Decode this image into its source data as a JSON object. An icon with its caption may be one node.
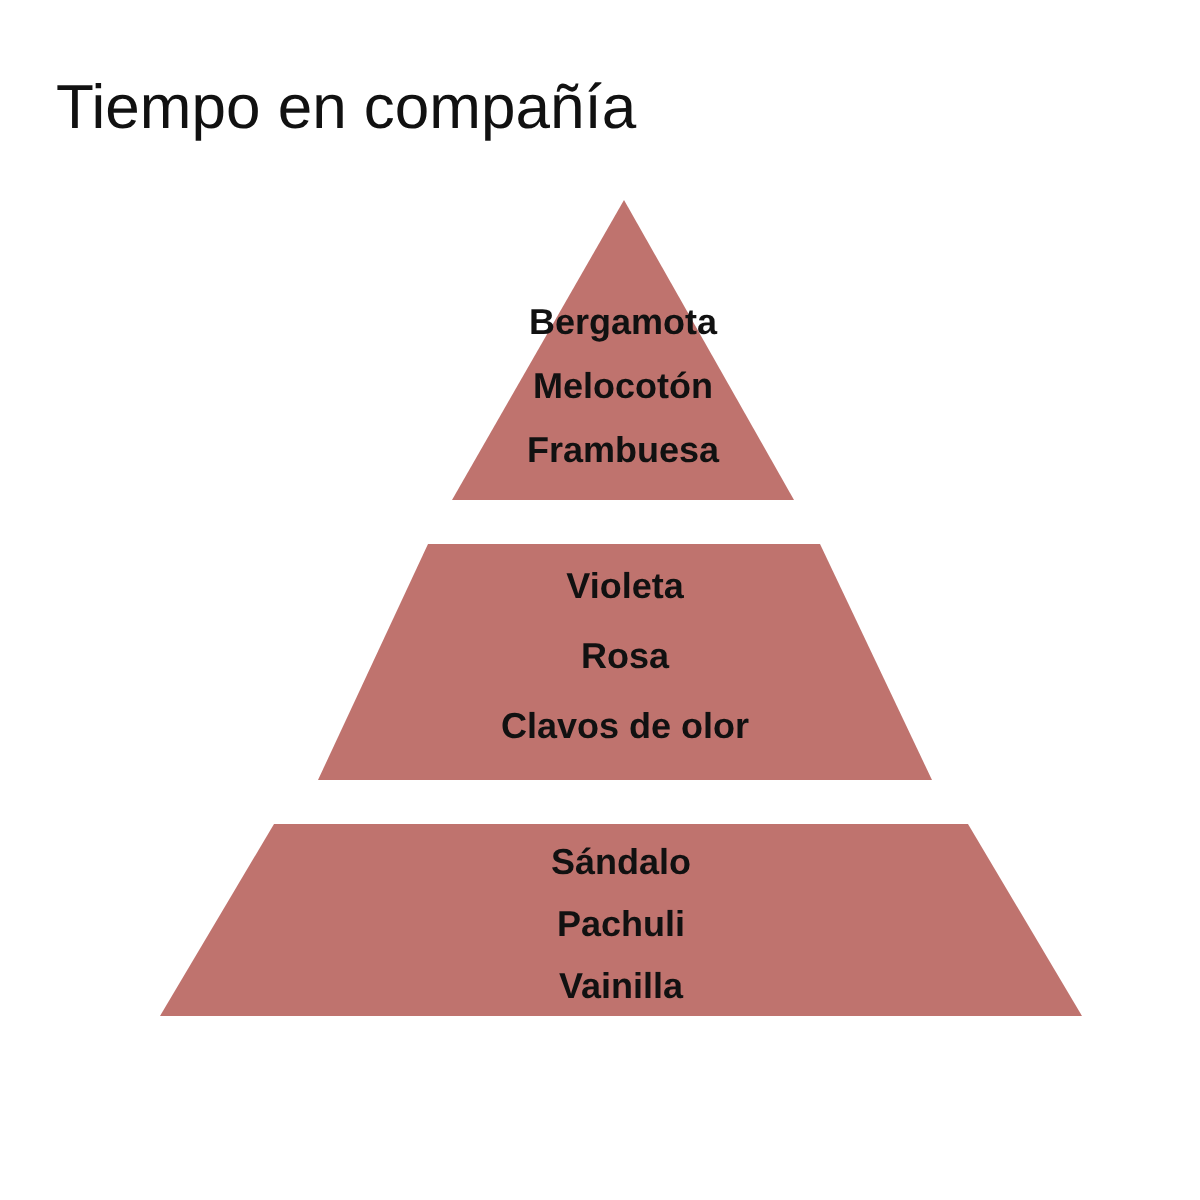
{
  "diagram": {
    "title": "Tiempo en compañía",
    "nodes": [
      {
        "text": [
          "Bergamota",
          "Melocotón",
          "Frambuesa"
        ]
      },
      {
        "text": [
          "Violeta",
          "Rosa",
          "Clavos de olor"
        ]
      },
      {
        "text": [
          "Sándalo",
          "Pachuli",
          "Vainilla"
        ]
      }
    ]
  }
}
